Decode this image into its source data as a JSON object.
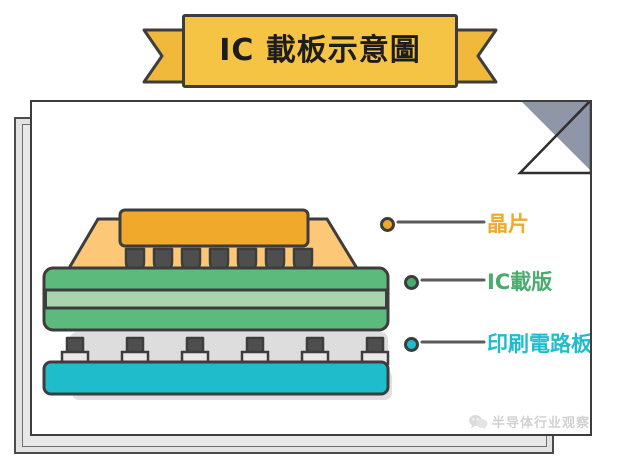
{
  "banner": {
    "title": "IC 載板示意圖",
    "fill": "#f6c445",
    "stroke": "#3d3d3d"
  },
  "card": {
    "background": "#ffffff",
    "border": "#3d3d3d",
    "fold_color": "#8e96a8",
    "shadow_color": "#e2e2e2"
  },
  "diagram": {
    "name": "ic-substrate-cross-section",
    "layers": [
      {
        "key": "die",
        "label": "晶片",
        "color": "#f0a92a",
        "stroke": "#3d3d3d"
      },
      {
        "key": "underfill",
        "label": "",
        "color": "#fcc877",
        "stroke": "#3d3d3d"
      },
      {
        "key": "bumps",
        "label": "",
        "color": "#4e4e4e",
        "stroke": "#3d3d3d",
        "count": 7
      },
      {
        "key": "substrate",
        "label": "IC載版",
        "color": "#5dba7d",
        "core": "#a9d4ae",
        "stroke": "#3d3d3d"
      },
      {
        "key": "solderball",
        "label": "",
        "color": "#4e4e4e",
        "stroke": "#3d3d3d",
        "count": 6
      },
      {
        "key": "pad",
        "label": "",
        "color": "#e6e6e6",
        "stroke": "#3d3d3d",
        "count": 6
      },
      {
        "key": "pcb",
        "label": "印刷電路板",
        "color": "#1fbccc",
        "stroke": "#3d3d3d"
      }
    ]
  },
  "legend": [
    {
      "text": "晶片",
      "color": "#f0a92a",
      "dot": "#f0a92a"
    },
    {
      "text": "IC載版",
      "color": "#4aab6e",
      "dot": "#4aab6e"
    },
    {
      "text": "印刷電路板",
      "color": "#1fbccc",
      "dot": "#1fbccc"
    }
  ],
  "watermark": {
    "text": "半导体行业观察",
    "icon": "wechat-icon"
  }
}
